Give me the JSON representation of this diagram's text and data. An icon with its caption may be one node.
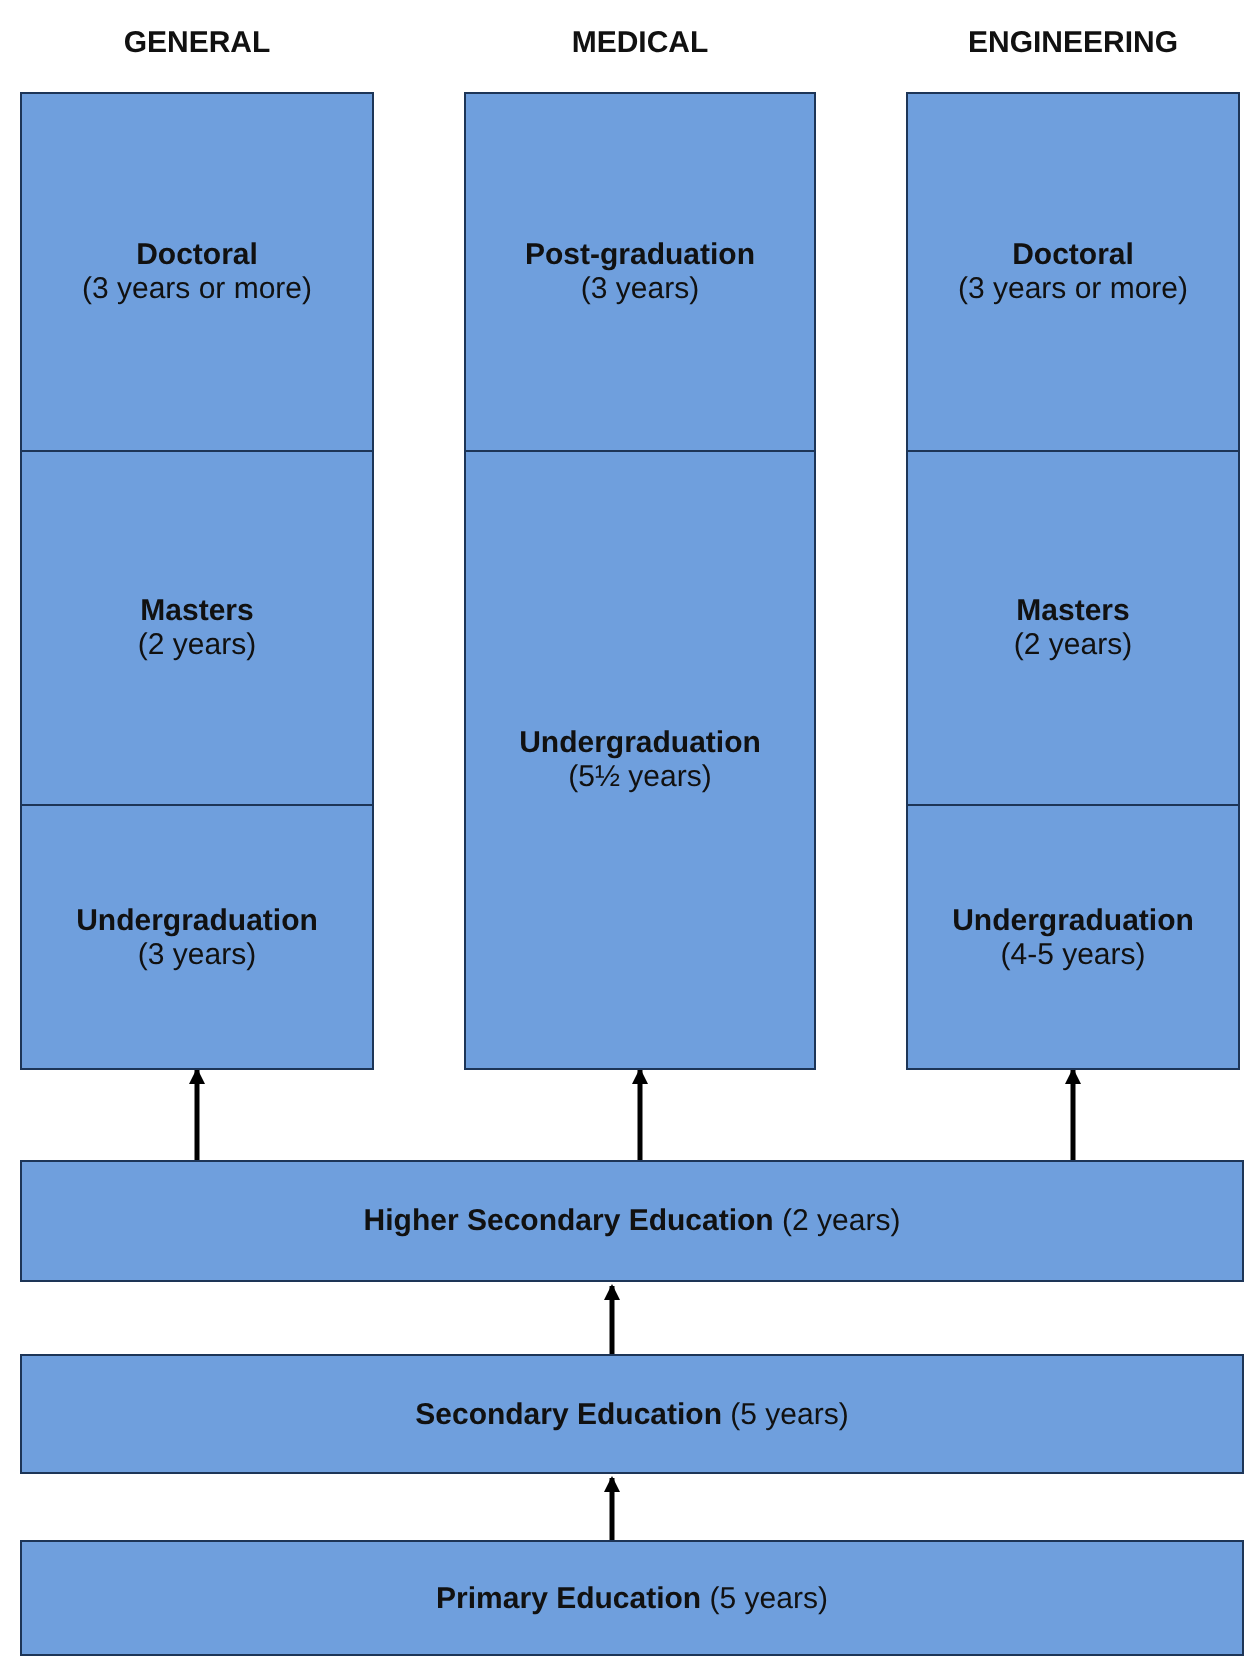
{
  "diagram": {
    "nodes": [
      {
        "text": [
          "GENERAL"
        ]
      },
      {
        "text": [
          "Doctoral",
          "(3 years or more)"
        ],
        "in": 0
      },
      {
        "text": [
          "Masters",
          "(2 years)"
        ],
        "in": 0
      },
      {
        "text": [
          "Undergraduation",
          "(3 years)"
        ],
        "in": 0
      },
      {
        "text": [
          "MEDICAL"
        ]
      },
      {
        "text": [
          "Post-graduation",
          "(3 years)"
        ],
        "in": 4
      },
      {
        "text": [
          "Undergraduation",
          "(5½ years)"
        ],
        "in": 4
      },
      {
        "text": [
          "ENGINEERING"
        ]
      },
      {
        "text": [
          "Doctoral",
          "(3 years or more)"
        ],
        "in": 7
      },
      {
        "text": [
          "Masters",
          "(2 years)"
        ],
        "in": 7
      },
      {
        "text": [
          "Undergraduation",
          "(4-5 years)"
        ],
        "in": 7
      },
      {
        "text": [
          "**Higher Secondary Education** (2 years)"
        ]
      },
      {
        "text": [
          "**Secondary Education** (5 years)"
        ]
      },
      {
        "text": [
          "**Primary Education** (5 years)"
        ]
      }
    ],
    "edges": [
      {
        "from": 13,
        "to": 12,
        "arrow": "to"
      },
      {
        "from": 12,
        "to": 11,
        "arrow": "to"
      },
      {
        "from": 11,
        "to": 0,
        "arrow": "to"
      },
      {
        "from": 11,
        "to": 4,
        "arrow": "to"
      },
      {
        "from": 11,
        "to": 7,
        "arrow": "to"
      }
    ]
  }
}
